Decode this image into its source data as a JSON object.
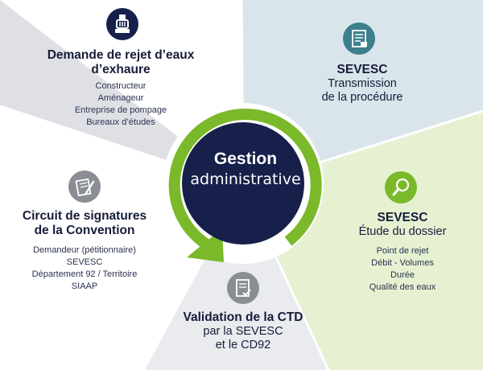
{
  "center": {
    "line1": "Gestion",
    "line2": "administrative"
  },
  "segments": [
    {
      "id": "demande",
      "icon": "pump-icon",
      "title_lines": [
        "Demande de rejet d’eaux",
        "d’exhaure"
      ],
      "items": [
        "Constructeur",
        "Aménageur",
        "Entreprise de pompage",
        "Bureaux d’études"
      ]
    },
    {
      "id": "transmission",
      "icon": "document-icon",
      "title_lines": [
        "SEVESC"
      ],
      "subtitle_lines": [
        "Transmission",
        "de la procédure"
      ]
    },
    {
      "id": "etude",
      "icon": "magnifier-icon",
      "title_lines": [
        "SEVESC"
      ],
      "subtitle_lines": [
        "Étude du dossier"
      ],
      "items": [
        "Point de rejet",
        "Débit - Volumes",
        "Durée",
        "Qualité des eaux"
      ]
    },
    {
      "id": "validation",
      "icon": "checklist-icon",
      "title_lines": [
        "Validation de la CTD"
      ],
      "subtitle_lines": [
        "par la SEVESC",
        "et le CD92"
      ]
    },
    {
      "id": "circuit",
      "icon": "signature-icon",
      "title_lines": [
        "Circuit de signatures",
        "de la Convention"
      ],
      "items": [
        "Demandeur (pétitionnaire)",
        "SEVESC",
        "Département 92 / Territoire",
        "SIAAP"
      ]
    }
  ],
  "colors": {
    "navy": "#16204a",
    "green": "#7ab929",
    "teal": "#3d7f8d",
    "grey_icon": "#8a8d93",
    "segment_top_left": "#dfe0e5",
    "segment_top_right": "#d9e5ea",
    "segment_bottom_right": "#e6f1d2",
    "segment_bottom": "#e9ebee",
    "segment_left": "#ffffff"
  }
}
